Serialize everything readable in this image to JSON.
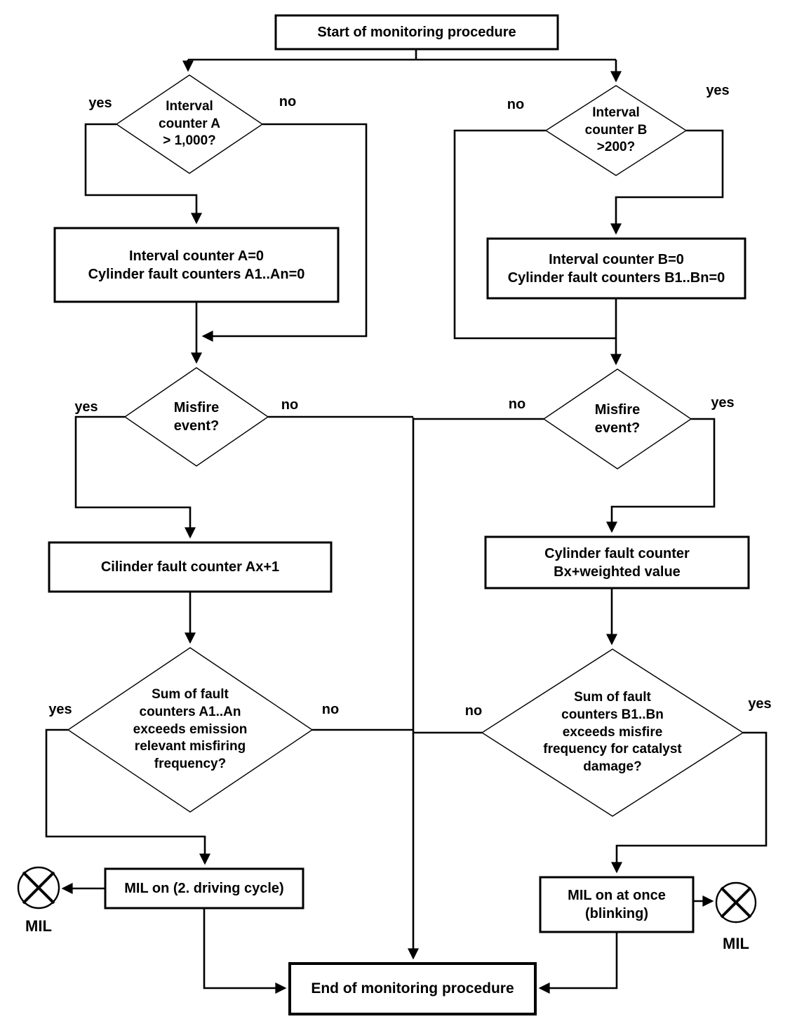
{
  "nodes": {
    "start": "Start of monitoring procedure",
    "interval_a": "Interval\ncounter A\n> 1,000?",
    "interval_b": "Interval\ncounter B\n>200?",
    "reset_a": "Interval counter A=0\nCylinder fault counters A1..An=0",
    "reset_b": "Interval counter B=0\nCylinder fault counters B1..Bn=0",
    "misfire_a": "Misfire\nevent?",
    "misfire_b": "Misfire\nevent?",
    "fault_a": "Cilinder fault counter Ax+1",
    "fault_b": "Cylinder fault counter\nBx+weighted value",
    "sum_a": "Sum of  fault\ncounters A1..An\nexceeds emission\nrelevant misfiring\nfrequency?",
    "sum_b": "Sum of  fault\ncounters B1..Bn\nexceeds misfire\nfrequency for catalyst\ndamage?",
    "mil_a": "MIL on (2. driving cycle)",
    "mil_b": "MIL on at once\n(blinking)",
    "end": "End of monitoring procedure"
  },
  "edge_labels": {
    "a_yes": "yes",
    "a_no": "no",
    "b_no": "no",
    "b_yes": "yes",
    "ma_yes": "yes",
    "ma_no": "no",
    "mb_no": "no",
    "mb_yes": "yes",
    "sa_yes": "yes",
    "sa_no": "no",
    "sb_no": "no",
    "sb_yes": "yes"
  },
  "lamp_labels": {
    "left": "MIL",
    "right": "MIL"
  },
  "colors": {
    "line": "#000000",
    "background": "#ffffff"
  }
}
